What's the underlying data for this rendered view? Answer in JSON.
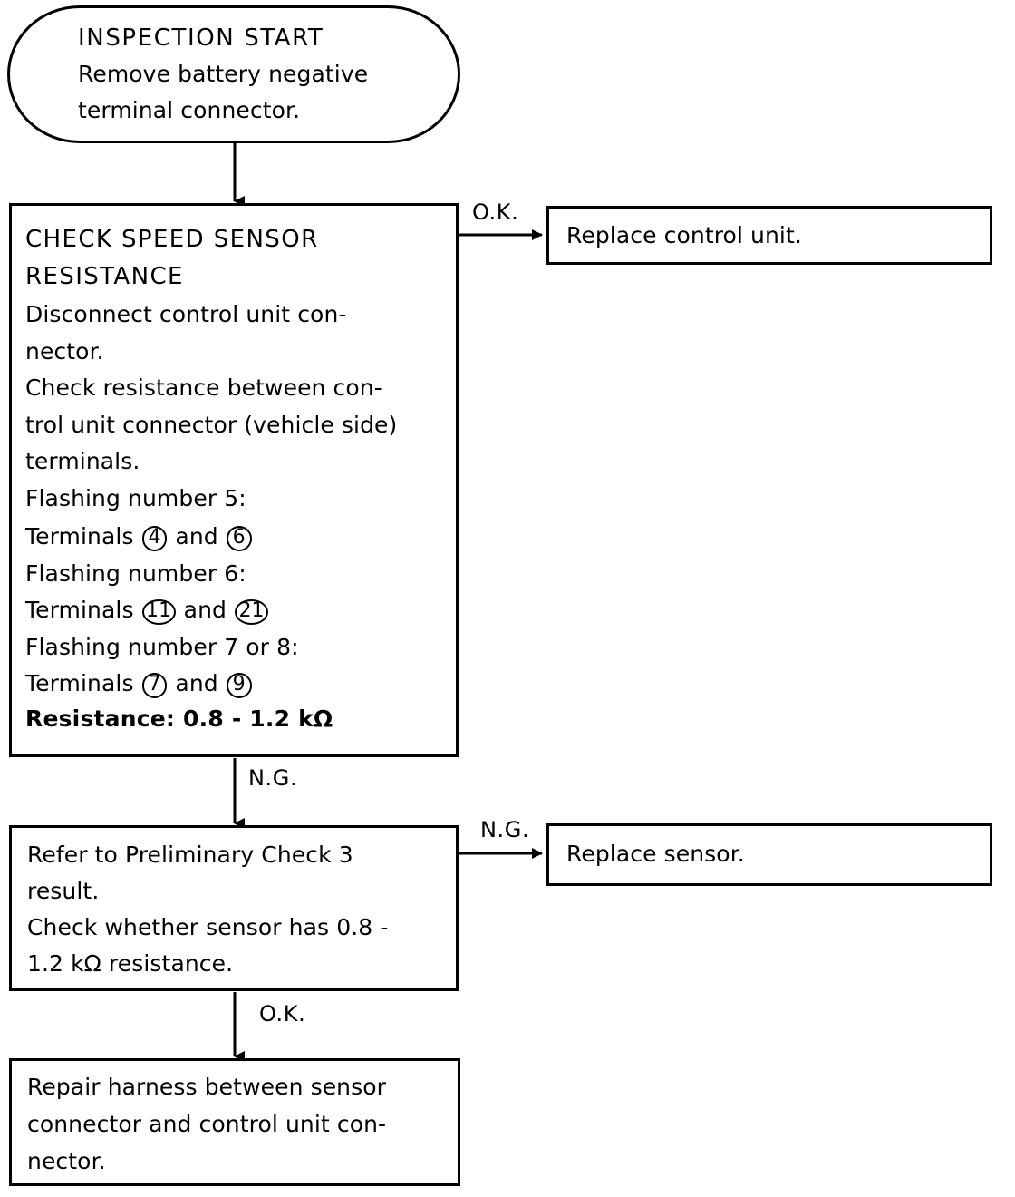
{
  "diagram": {
    "type": "flowchart",
    "title": "Speed sensor resistance inspection flow",
    "nodes": {
      "start": {
        "shape": "rounded-terminator",
        "title": "INSPECTION START",
        "body": "Remove battery negative\nterminal connector."
      },
      "check_resistance": {
        "shape": "rectangle",
        "title": "CHECK  SPEED  SENSOR\nRESISTANCE",
        "body": "Disconnect control unit con-\nnector.\nCheck resistance between con-\ntrol unit connector (vehicle side)\nterminals.\nFlashing number 5:",
        "terminal_lines": [
          {
            "prefix": "Terminals",
            "a": "4",
            "mid": "and",
            "b": "6",
            "wide_a": false,
            "wide_b": false
          },
          {
            "heading": "Flashing number 6:"
          },
          {
            "prefix": "Terminals",
            "a": "11",
            "mid": "and",
            "b": "21",
            "wide_a": true,
            "wide_b": true
          },
          {
            "heading": "Flashing number 7 or 8:"
          },
          {
            "prefix": "Terminals",
            "a": "7",
            "mid": "and",
            "b": "9",
            "wide_a": false,
            "wide_b": false
          }
        ],
        "resistance": "Resistance:  0.8 - 1.2 kΩ"
      },
      "preliminary_check": {
        "shape": "rectangle",
        "body": "Refer to Preliminary Check 3\nresult.\nCheck whether sensor has 0.8 -\n1.2 kΩ resistance."
      },
      "repair_harness": {
        "shape": "rectangle",
        "body": "Repair harness between sensor\nconnector and control unit con-\nnector."
      },
      "replace_control_unit": {
        "shape": "rectangle",
        "body": "Replace control unit."
      },
      "replace_sensor": {
        "shape": "rectangle",
        "body": "Replace sensor."
      }
    },
    "connectors": [
      {
        "id": "start-to-check",
        "label": "",
        "from": "start",
        "to": "check_resistance"
      },
      {
        "id": "check-ok",
        "label": "O.K.",
        "from": "check_resistance",
        "to": "replace_control_unit"
      },
      {
        "id": "check-ng",
        "label": "N.G.",
        "from": "check_resistance",
        "to": "preliminary_check"
      },
      {
        "id": "prelim-ng",
        "label": "N.G.",
        "from": "preliminary_check",
        "to": "replace_sensor"
      },
      {
        "id": "prelim-ok",
        "label": "O.K.",
        "from": "preliminary_check",
        "to": "repair_harness"
      }
    ],
    "colors": {
      "stroke": "#000000",
      "background": "#ffffff",
      "text": "#000000"
    }
  }
}
